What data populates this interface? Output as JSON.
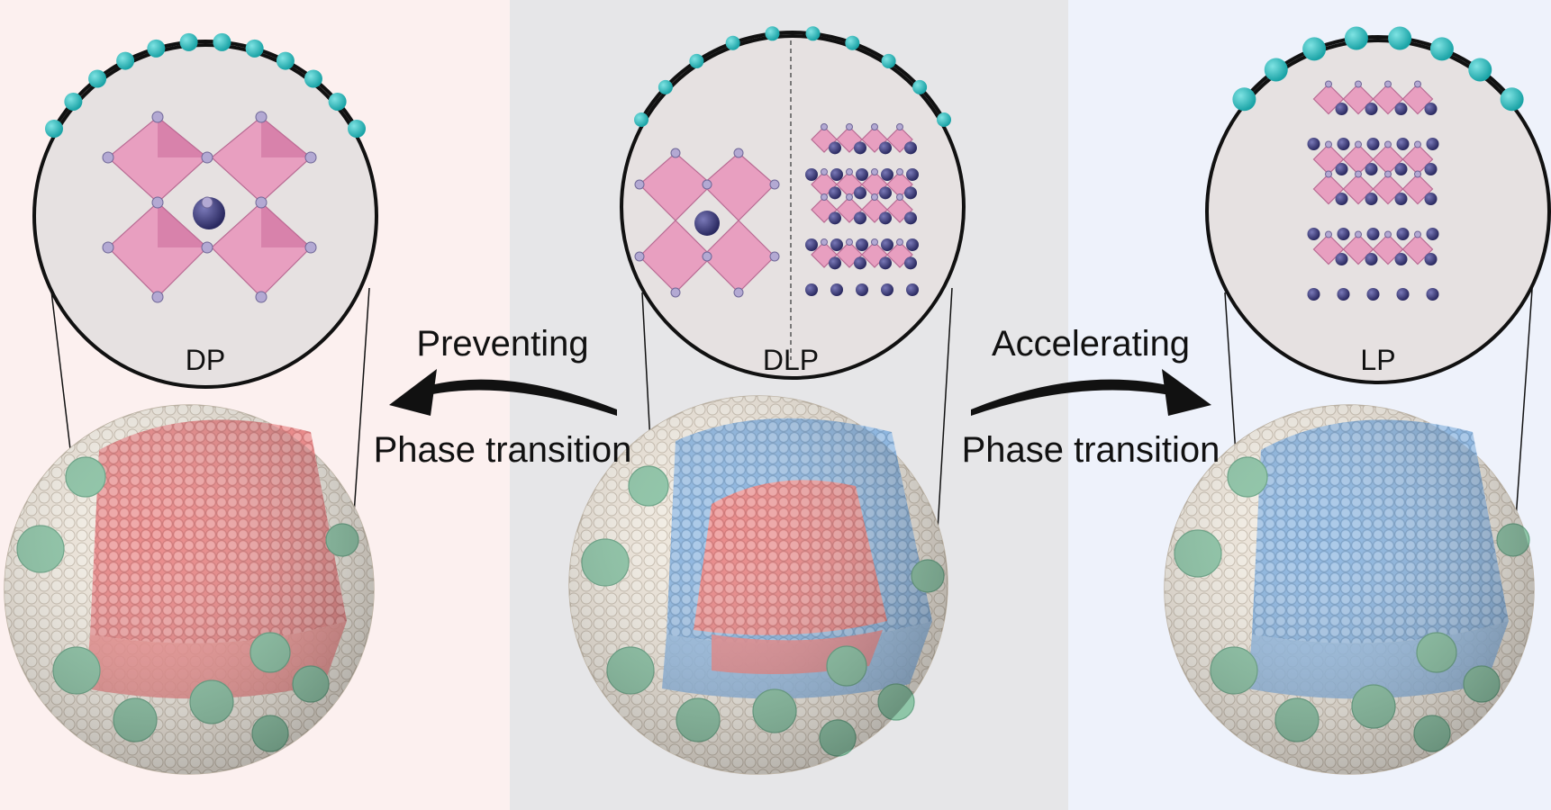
{
  "panels": [
    {
      "id": "dp",
      "label": "DP",
      "background": "#fcf0ef",
      "core_color": "#e98b8b"
    },
    {
      "id": "dlp",
      "label": "DLP",
      "background": "#e6e6e8",
      "core_color": "#e98b8b",
      "secondary_core_color": "#8fb7e0"
    },
    {
      "id": "lp",
      "label": "LP",
      "background": "#eef2fb",
      "core_color": "#8fb7e0"
    }
  ],
  "arrows": {
    "left": {
      "top_label": "Preventing",
      "bottom_label": "Phase transition"
    },
    "right": {
      "top_label": "Accelerating",
      "bottom_label": "Phase transition"
    }
  },
  "colors": {
    "ligand_bead": "#2fc3c3",
    "octahedron": "#e88fb8",
    "cation": "#3b3a7a",
    "halide": "#b3a9d3",
    "shell": "#efe7dc",
    "shell_patch": "#8fc6a8",
    "inset_fill": "#e6e1e1",
    "arrow": "#111111"
  }
}
